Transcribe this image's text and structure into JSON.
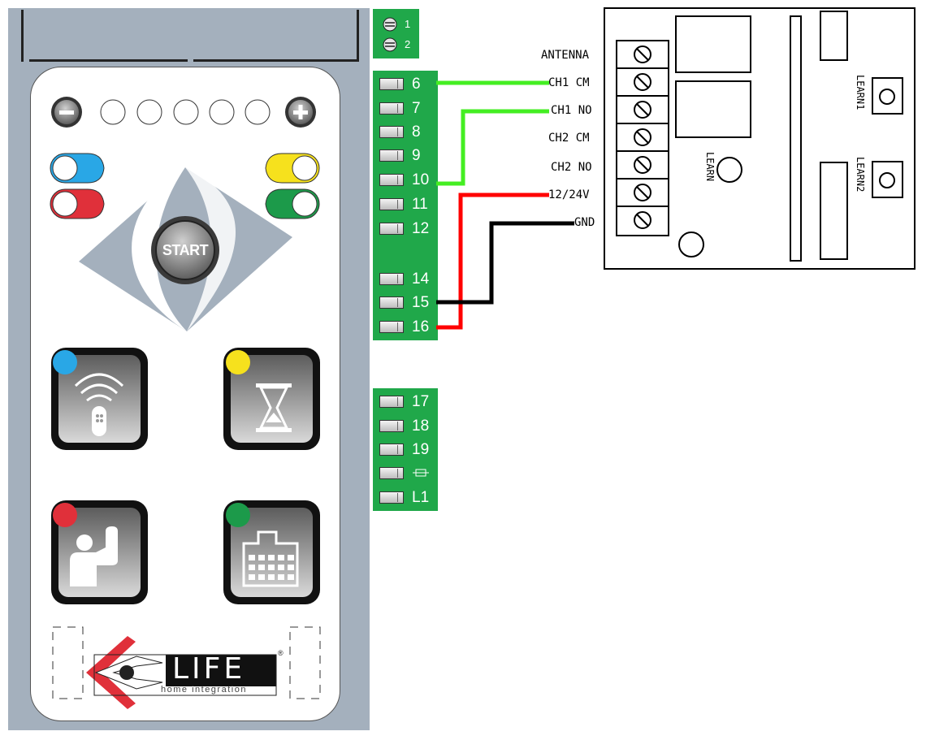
{
  "control_unit": {
    "start_label": "START",
    "brand": {
      "logo_text": "LIFE",
      "registered_mark": "®",
      "tagline": "home integration"
    },
    "led_colors": [
      "#29a7e6",
      "#f6e11d",
      "#e0303a",
      "#1c9a4a"
    ],
    "buttons": [
      {
        "icon": "remote-learn-icon",
        "led": "#29a7e6"
      },
      {
        "icon": "hourglass-icon",
        "led": "#f6e11d"
      },
      {
        "icon": "person-icon",
        "led": "#e0303a"
      },
      {
        "icon": "building-icon",
        "led": "#1c9a4a"
      }
    ]
  },
  "terminals": {
    "top": [
      "1",
      "2"
    ],
    "block_a": [
      "6",
      "7",
      "8",
      "9",
      "10",
      "11",
      "12",
      "14",
      "15",
      "16"
    ],
    "block_b": [
      "17",
      "18",
      "19",
      "fuse-symbol",
      "L1"
    ]
  },
  "receiver": {
    "terminal_labels": [
      "ANTENNA",
      "CH1 CM",
      "CH1 NO",
      "CH2 CM",
      "CH2 NO",
      "12/24V",
      "GND"
    ],
    "learn_label": "LEARN",
    "learn1_label": "LEARN1",
    "learn2_label": "LEARN2"
  },
  "wires": [
    {
      "from": "6",
      "to": "CH1 CM",
      "color": "#44ee22"
    },
    {
      "from": "10",
      "to": "CH1 NO",
      "color": "#44ee22"
    },
    {
      "from": "16",
      "to": "12/24V",
      "color": "#ff0000"
    },
    {
      "from": "15",
      "to": "GND",
      "color": "#000000"
    }
  ]
}
